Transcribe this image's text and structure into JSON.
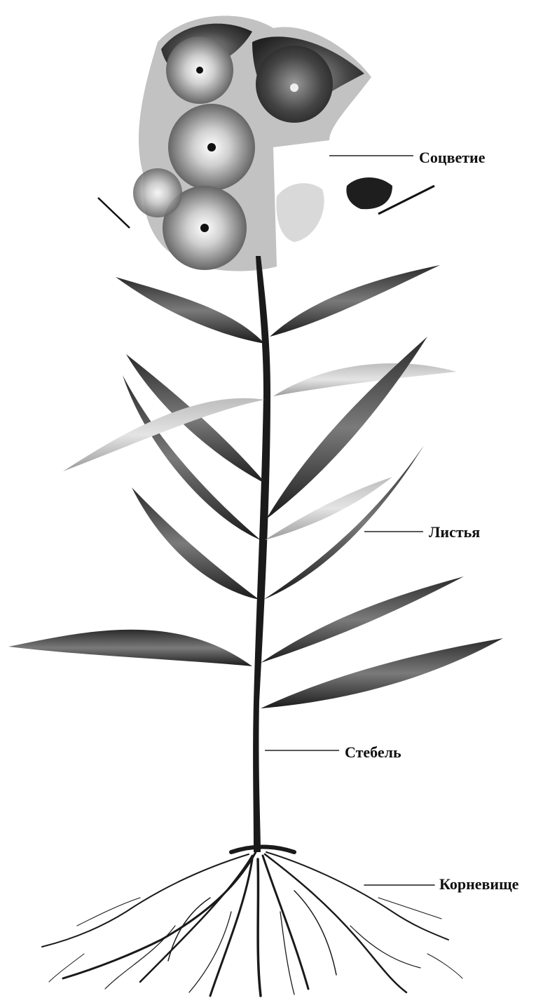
{
  "diagram": {
    "labels": {
      "inflorescence": "Соцветие",
      "leaves": "Листья",
      "stem": "Стебель",
      "rhizome": "Корневище"
    }
  }
}
